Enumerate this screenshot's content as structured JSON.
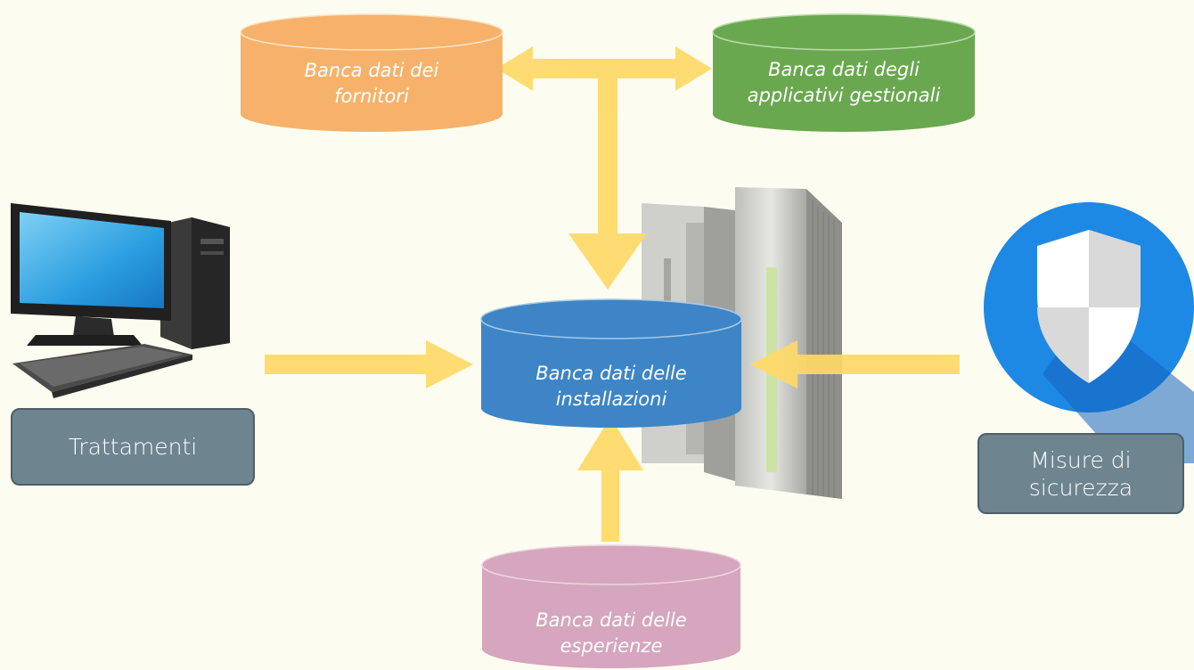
{
  "nodes": {
    "fornitori": {
      "line1": "Banca dati dei",
      "line2": "fornitori",
      "color": "#f6b26b"
    },
    "applicativi": {
      "line1": "Banca dati degli",
      "line2": "applicativi gestionali",
      "color": "#6aa84f"
    },
    "installazioni": {
      "line1": "Banca dati delle",
      "line2": "installazioni",
      "color": "#3d85c6"
    },
    "esperienze": {
      "line1": "Banca dati delle",
      "line2": "esperienze",
      "color": "#d5a6bd"
    }
  },
  "badges": {
    "trattamenti": {
      "label": "Trattamenti"
    },
    "misure": {
      "line1": "Misure di",
      "line2": "sicurezza"
    }
  },
  "icons": [
    "computer-icon",
    "server-rack-icon",
    "shield-icon"
  ],
  "arrow_color": "#ffd966"
}
